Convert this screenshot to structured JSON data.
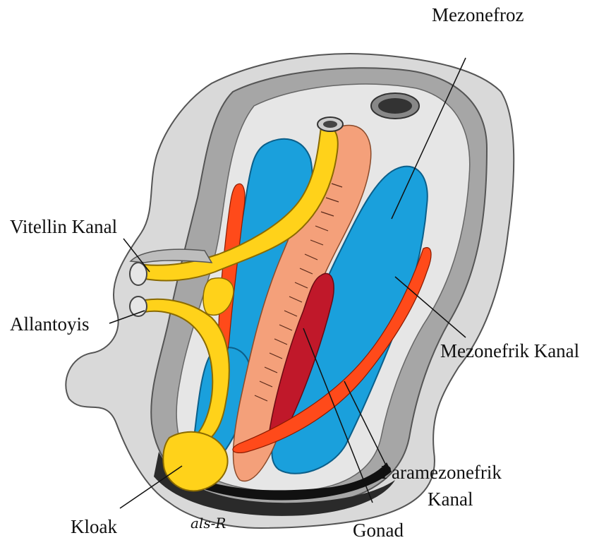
{
  "labels": {
    "mezonefroz": "Mezonefroz",
    "vitellin_kanal": "Vitellin Kanal",
    "allantoyis": "Allantoyis",
    "mezonefrik_kanal": "Mezonefrik Kanal",
    "paramezonefrik_line1": "Paramezonefrik",
    "paramezonefrik_line2": "Kanal",
    "kloak": "Kloak",
    "gonad": "Gonad"
  },
  "signature": "als-R",
  "colors": {
    "mesonephros_blue": "#1aa0dc",
    "duct_orange": "#ff4a1a",
    "yellow_structures": "#ffd21a",
    "hindgut_salmon": "#f4a07a",
    "gonad_red": "#c0182a",
    "tissue_grey": "#c8c8c8",
    "cloaca_dark": "#2a2a2a"
  }
}
